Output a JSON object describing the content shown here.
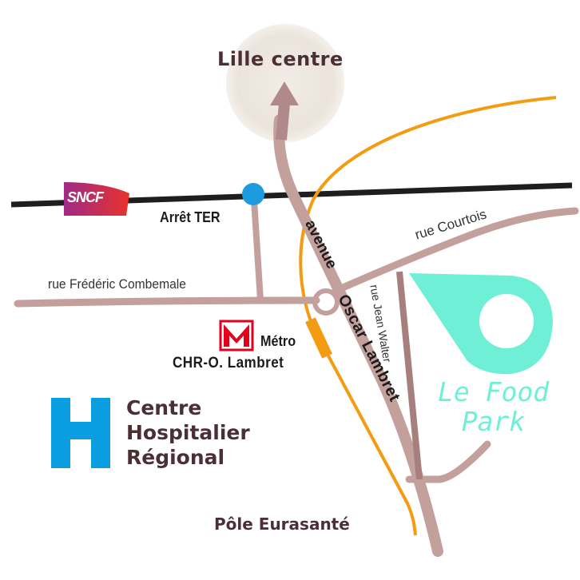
{
  "map": {
    "destination": "Lille centre",
    "train": {
      "brand": "SNCF",
      "stop_label": "Arrêt TER",
      "colors": {
        "line": "#1e1e1e",
        "stop": "#1d9be0",
        "brand_start": "#a02a86",
        "brand_end": "#e8322a"
      }
    },
    "streets": {
      "combemale": "rue Frédéric Combemale",
      "courtois": "rue Courtois",
      "walter": "rue Jean Walter",
      "avenue_word": "avenue",
      "avenue_name": "Oscar Lambret"
    },
    "metro": {
      "label": "Métro",
      "station": "CHR-O. Lambret",
      "color": "#e3001b",
      "line_color": "#f39c12"
    },
    "hospital": {
      "symbol": "H",
      "name_lines": [
        "Centre",
        "Hospitalier",
        "Régional"
      ],
      "color": "#0a9ee0"
    },
    "area": "Pôle Eurasanté",
    "venue": {
      "name_lines": [
        "Le Food",
        "Park"
      ],
      "color": "#6ff0d6"
    },
    "road_color": "#c4a09c",
    "text_color": "#4a3035"
  }
}
